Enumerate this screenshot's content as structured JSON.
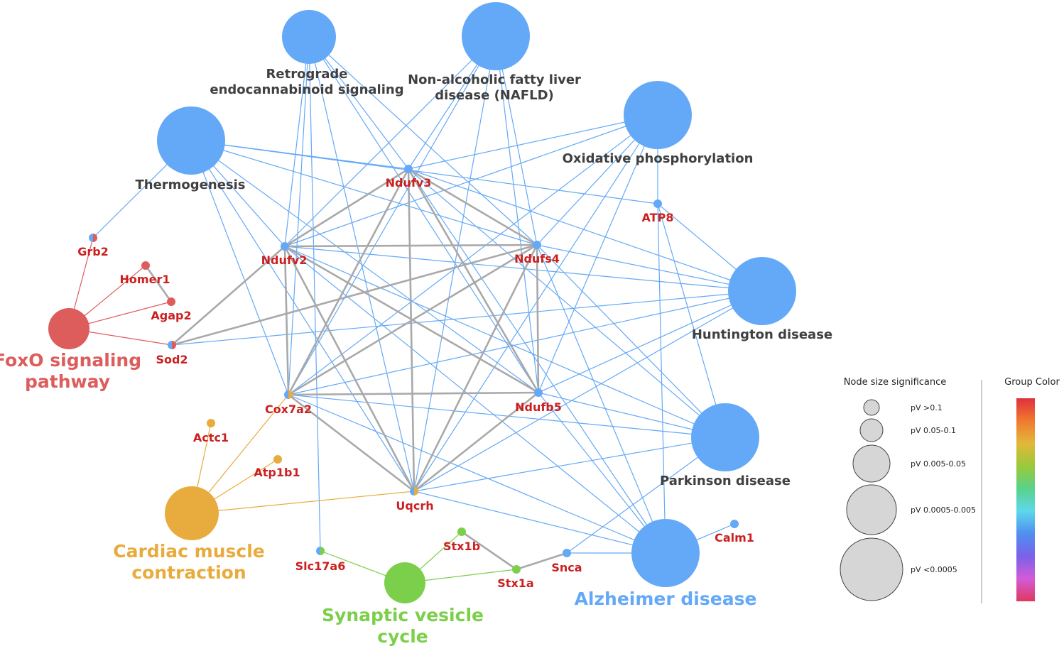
{
  "colors": {
    "blue": "#64a9f7",
    "red": "#dd5c5c",
    "orange": "#e8ab3d",
    "green": "#7ccf4a",
    "gene_text": "#cc1f1f",
    "term_text": "#404040",
    "gray_edge": "#a9a9a9"
  },
  "terms": [
    {
      "id": "retrograde",
      "lines": [
        "Retrograde",
        "endocannabinoid signaling"
      ],
      "color": "blue"
    },
    {
      "id": "nafld",
      "lines": [
        "Non-alcoholic fatty liver",
        "disease (NAFLD)"
      ],
      "color": "blue"
    },
    {
      "id": "thermogenesis",
      "lines": [
        "Thermogenesis"
      ],
      "color": "blue"
    },
    {
      "id": "oxphos",
      "lines": [
        "Oxidative phosphorylation"
      ],
      "color": "blue"
    },
    {
      "id": "huntington",
      "lines": [
        "Huntington disease"
      ],
      "color": "blue"
    },
    {
      "id": "parkinson",
      "lines": [
        "Parkinson disease"
      ],
      "color": "blue"
    },
    {
      "id": "alzheimer",
      "lines": [
        "Alzheimer disease"
      ],
      "color": "blue",
      "group": true
    },
    {
      "id": "foxo",
      "lines": [
        "FoxO signaling",
        "pathway"
      ],
      "color": "red",
      "group": true
    },
    {
      "id": "cardiac",
      "lines": [
        "Cardiac muscle",
        "contraction"
      ],
      "color": "orange",
      "group": true
    },
    {
      "id": "synaptic",
      "lines": [
        "Synaptic vesicle",
        "cycle"
      ],
      "color": "green",
      "group": true
    }
  ],
  "genes": [
    {
      "id": "Ndufv3",
      "label": "Ndufv3",
      "colors": [
        "blue"
      ]
    },
    {
      "id": "Ndufv2",
      "label": "Ndufv2",
      "colors": [
        "blue"
      ]
    },
    {
      "id": "Ndufs4",
      "label": "Ndufs4",
      "colors": [
        "blue"
      ]
    },
    {
      "id": "Ndufb5",
      "label": "Ndufb5",
      "colors": [
        "blue"
      ]
    },
    {
      "id": "Cox7a2",
      "label": "Cox7a2",
      "colors": [
        "blue",
        "orange"
      ]
    },
    {
      "id": "Uqcrh",
      "label": "Uqcrh",
      "colors": [
        "blue",
        "orange"
      ]
    },
    {
      "id": "ATP8",
      "label": "ATP8",
      "colors": [
        "blue"
      ]
    },
    {
      "id": "Grb2",
      "label": "Grb2",
      "colors": [
        "blue",
        "red"
      ]
    },
    {
      "id": "Homer1",
      "label": "Homer1",
      "colors": [
        "red"
      ]
    },
    {
      "id": "Agap2",
      "label": "Agap2",
      "colors": [
        "red"
      ]
    },
    {
      "id": "Sod2",
      "label": "Sod2",
      "colors": [
        "blue",
        "red"
      ]
    },
    {
      "id": "Actc1",
      "label": "Actc1",
      "colors": [
        "orange"
      ]
    },
    {
      "id": "Atp1b1",
      "label": "Atp1b1",
      "colors": [
        "orange"
      ]
    },
    {
      "id": "Slc17a6",
      "label": "Slc17a6",
      "colors": [
        "blue",
        "green"
      ]
    },
    {
      "id": "Stx1b",
      "label": "Stx1b",
      "colors": [
        "green"
      ]
    },
    {
      "id": "Stx1a",
      "label": "Stx1a",
      "colors": [
        "green"
      ]
    },
    {
      "id": "Snca",
      "label": "Snca",
      "colors": [
        "blue"
      ]
    },
    {
      "id": "Calm1",
      "label": "Calm1",
      "colors": [
        "blue"
      ]
    }
  ],
  "edges": [
    {
      "from": "retrograde",
      "to": "Ndufv3",
      "kind": "blue"
    },
    {
      "from": "retrograde",
      "to": "Ndufv2",
      "kind": "blue"
    },
    {
      "from": "retrograde",
      "to": "Ndufs4",
      "kind": "blue"
    },
    {
      "from": "retrograde",
      "to": "Cox7a2",
      "kind": "blue"
    },
    {
      "from": "retrograde",
      "to": "Uqcrh",
      "kind": "blue"
    },
    {
      "from": "retrograde",
      "to": "Ndufb5",
      "kind": "blue"
    },
    {
      "from": "retrograde",
      "to": "Slc17a6",
      "kind": "blue"
    },
    {
      "from": "nafld",
      "to": "Ndufv3",
      "kind": "blue"
    },
    {
      "from": "nafld",
      "to": "Ndufv2",
      "kind": "blue"
    },
    {
      "from": "nafld",
      "to": "Ndufs4",
      "kind": "blue"
    },
    {
      "from": "nafld",
      "to": "Ndufb5",
      "kind": "blue"
    },
    {
      "from": "nafld",
      "to": "Cox7a2",
      "kind": "blue"
    },
    {
      "from": "nafld",
      "to": "Uqcrh",
      "kind": "blue"
    },
    {
      "from": "thermogenesis",
      "to": "Ndufv3",
      "kind": "blue"
    },
    {
      "from": "thermogenesis",
      "to": "ATP8",
      "kind": "blue"
    },
    {
      "from": "thermogenesis",
      "to": "Ndufv2",
      "kind": "blue"
    },
    {
      "from": "thermogenesis",
      "to": "Ndufs4",
      "kind": "blue"
    },
    {
      "from": "thermogenesis",
      "to": "Ndufb5",
      "kind": "blue"
    },
    {
      "from": "thermogenesis",
      "to": "Cox7a2",
      "kind": "blue"
    },
    {
      "from": "thermogenesis",
      "to": "Uqcrh",
      "kind": "blue"
    },
    {
      "from": "thermogenesis",
      "to": "Grb2",
      "kind": "blue"
    },
    {
      "from": "oxphos",
      "to": "Ndufv3",
      "kind": "blue"
    },
    {
      "from": "oxphos",
      "to": "ATP8",
      "kind": "blue"
    },
    {
      "from": "oxphos",
      "to": "Ndufv2",
      "kind": "blue"
    },
    {
      "from": "oxphos",
      "to": "Ndufs4",
      "kind": "blue"
    },
    {
      "from": "oxphos",
      "to": "Ndufb5",
      "kind": "blue"
    },
    {
      "from": "oxphos",
      "to": "Cox7a2",
      "kind": "blue"
    },
    {
      "from": "oxphos",
      "to": "Uqcrh",
      "kind": "blue"
    },
    {
      "from": "huntington",
      "to": "Ndufv3",
      "kind": "blue"
    },
    {
      "from": "huntington",
      "to": "ATP8",
      "kind": "blue"
    },
    {
      "from": "huntington",
      "to": "Ndufv2",
      "kind": "blue"
    },
    {
      "from": "huntington",
      "to": "Ndufs4",
      "kind": "blue"
    },
    {
      "from": "huntington",
      "to": "Ndufb5",
      "kind": "blue"
    },
    {
      "from": "huntington",
      "to": "Cox7a2",
      "kind": "blue"
    },
    {
      "from": "huntington",
      "to": "Uqcrh",
      "kind": "blue"
    },
    {
      "from": "huntington",
      "to": "Sod2",
      "kind": "blue"
    },
    {
      "from": "parkinson",
      "to": "Ndufv3",
      "kind": "blue"
    },
    {
      "from": "parkinson",
      "to": "ATP8",
      "kind": "blue"
    },
    {
      "from": "parkinson",
      "to": "Ndufv2",
      "kind": "blue"
    },
    {
      "from": "parkinson",
      "to": "Ndufs4",
      "kind": "blue"
    },
    {
      "from": "parkinson",
      "to": "Ndufb5",
      "kind": "blue"
    },
    {
      "from": "parkinson",
      "to": "Cox7a2",
      "kind": "blue"
    },
    {
      "from": "parkinson",
      "to": "Uqcrh",
      "kind": "blue"
    },
    {
      "from": "parkinson",
      "to": "Snca",
      "kind": "blue"
    },
    {
      "from": "alzheimer",
      "to": "Ndufv3",
      "kind": "blue"
    },
    {
      "from": "alzheimer",
      "to": "ATP8",
      "kind": "blue"
    },
    {
      "from": "alzheimer",
      "to": "Ndufv2",
      "kind": "blue"
    },
    {
      "from": "alzheimer",
      "to": "Ndufs4",
      "kind": "blue"
    },
    {
      "from": "alzheimer",
      "to": "Ndufb5",
      "kind": "blue"
    },
    {
      "from": "alzheimer",
      "to": "Cox7a2",
      "kind": "blue"
    },
    {
      "from": "alzheimer",
      "to": "Uqcrh",
      "kind": "blue"
    },
    {
      "from": "alzheimer",
      "to": "Snca",
      "kind": "blue"
    },
    {
      "from": "alzheimer",
      "to": "Calm1",
      "kind": "blue"
    },
    {
      "from": "Ndufv3",
      "to": "Ndufv2",
      "kind": "gray"
    },
    {
      "from": "Ndufv3",
      "to": "Ndufs4",
      "kind": "gray"
    },
    {
      "from": "Ndufv3",
      "to": "Ndufb5",
      "kind": "gray"
    },
    {
      "from": "Ndufv3",
      "to": "Cox7a2",
      "kind": "gray"
    },
    {
      "from": "Ndufv3",
      "to": "Uqcrh",
      "kind": "gray"
    },
    {
      "from": "Ndufv2",
      "to": "Ndufs4",
      "kind": "gray"
    },
    {
      "from": "Ndufv2",
      "to": "Ndufb5",
      "kind": "gray"
    },
    {
      "from": "Ndufv2",
      "to": "Cox7a2",
      "kind": "gray"
    },
    {
      "from": "Ndufv2",
      "to": "Uqcrh",
      "kind": "gray"
    },
    {
      "from": "Ndufv2",
      "to": "Sod2",
      "kind": "gray"
    },
    {
      "from": "Ndufs4",
      "to": "Ndufb5",
      "kind": "gray"
    },
    {
      "from": "Ndufs4",
      "to": "Cox7a2",
      "kind": "gray"
    },
    {
      "from": "Ndufs4",
      "to": "Uqcrh",
      "kind": "gray"
    },
    {
      "from": "Ndufs4",
      "to": "Sod2",
      "kind": "gray"
    },
    {
      "from": "Ndufb5",
      "to": "Cox7a2",
      "kind": "gray"
    },
    {
      "from": "Ndufb5",
      "to": "Uqcrh",
      "kind": "gray"
    },
    {
      "from": "Cox7a2",
      "to": "Uqcrh",
      "kind": "gray"
    },
    {
      "from": "Homer1",
      "to": "Agap2",
      "kind": "gray"
    },
    {
      "from": "Stx1b",
      "to": "Stx1a",
      "kind": "gray"
    },
    {
      "from": "Stx1a",
      "to": "Snca",
      "kind": "gray"
    },
    {
      "from": "foxo",
      "to": "Grb2",
      "kind": "red"
    },
    {
      "from": "foxo",
      "to": "Homer1",
      "kind": "red"
    },
    {
      "from": "foxo",
      "to": "Agap2",
      "kind": "red"
    },
    {
      "from": "foxo",
      "to": "Sod2",
      "kind": "red"
    },
    {
      "from": "cardiac",
      "to": "Cox7a2",
      "kind": "orange"
    },
    {
      "from": "cardiac",
      "to": "Actc1",
      "kind": "orange"
    },
    {
      "from": "cardiac",
      "to": "Atp1b1",
      "kind": "orange"
    },
    {
      "from": "cardiac",
      "to": "Uqcrh",
      "kind": "orange"
    },
    {
      "from": "synaptic",
      "to": "Slc17a6",
      "kind": "green"
    },
    {
      "from": "synaptic",
      "to": "Stx1b",
      "kind": "green"
    },
    {
      "from": "synaptic",
      "to": "Stx1a",
      "kind": "green"
    }
  ],
  "legend": {
    "size_title": "Node size significance",
    "size_items": [
      "pV >0.1",
      "pV 0.05-0.1",
      "pV 0.005-0.05",
      "pV 0.0005-0.005",
      "pV <0.0005"
    ],
    "color_title": "Group Color",
    "gradient": [
      "#e0303d",
      "#ef7a2e",
      "#e3b83a",
      "#9ac93a",
      "#59d28a",
      "#5dd8ea",
      "#4f8ff0",
      "#7a62e8",
      "#d35bd8",
      "#e0385f"
    ]
  }
}
